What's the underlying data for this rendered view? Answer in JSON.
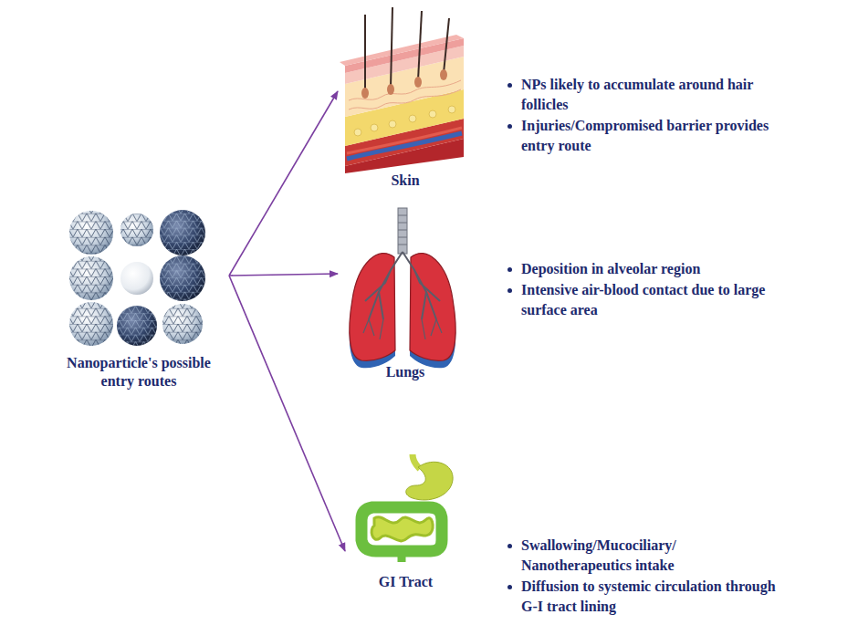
{
  "diagram": {
    "nodes": [
      {
        "text": [
          "Nanoparticle's possible entry routes"
        ]
      },
      {
        "text": [
          "Skin"
        ]
      },
      {
        "text": [
          "Lungs"
        ]
      },
      {
        "text": [
          "GI Tract"
        ]
      }
    ],
    "edges": [
      {
        "from": 0,
        "to": 1,
        "arrow": "to"
      },
      {
        "from": 0,
        "to": 2,
        "arrow": "to"
      },
      {
        "from": 0,
        "to": 3,
        "arrow": "to"
      }
    ],
    "labels": [
      "NPs likely to accumulate around hair follicles",
      "Injuries/Compromised barrier provides entry route",
      "Deposition in alveolar region",
      "Intensive air-blood contact due to large surface area",
      "Swallowing/Mucociliary/ Nanotherapeutics intake",
      "Diffusion to systemic circulation through G-I tract lining"
    ]
  }
}
